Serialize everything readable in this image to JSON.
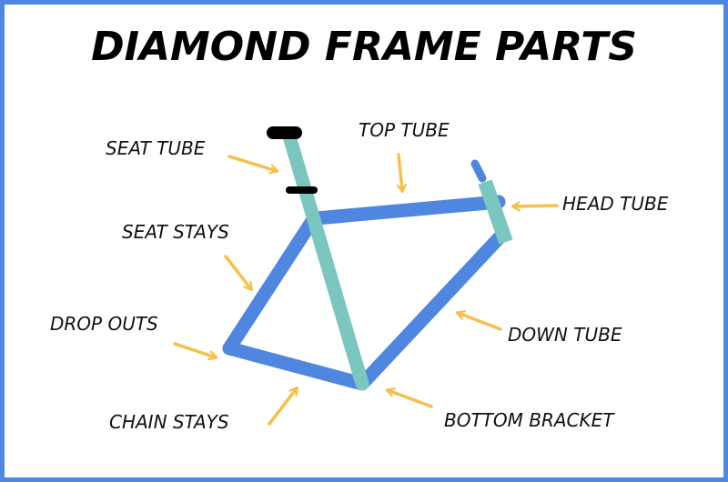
{
  "title": "DIAMOND FRAME PARTS",
  "labels": {
    "seat_tube": "SEAT TUBE",
    "top_tube": "TOP TUBE",
    "head_tube": "HEAD TUBE",
    "seat_stays": "SEAT STAYS",
    "drop_outs": "DROP OUTS",
    "down_tube": "DOWN TUBE",
    "chain_stays": "CHAIN STAYS",
    "bottom_bracket": "BOTTOM BRACKET"
  },
  "colors": {
    "border": "#4f86e0",
    "blue_tube": "#4f86e0",
    "teal_tube": "#7cc6c0",
    "arrow": "#f7c04a",
    "clamp": "#000000"
  }
}
